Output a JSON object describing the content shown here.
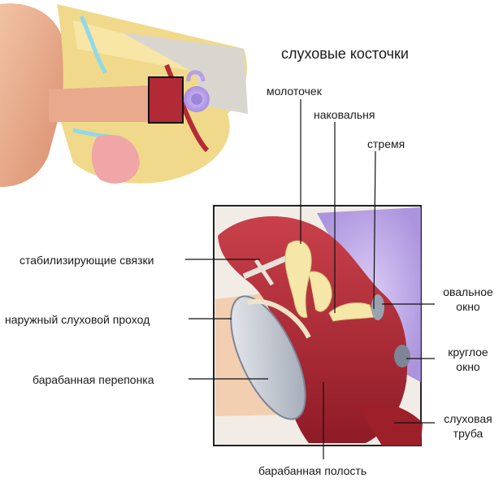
{
  "diagram": {
    "title": "слуховые косточки",
    "labels": {
      "malleus": "молоточек",
      "incus": "наковальня",
      "stapes": "стремя",
      "ligaments": "стабилизирующие связки",
      "ear_canal": "наружный слуховой проход",
      "eardrum": "барабанная перепонка",
      "oval_window": "овальное\nокно",
      "round_window": "круглое\nокно",
      "eustachian_tube": "слуховая\nтруба",
      "tympanic_cavity": "барабанная полость"
    },
    "colors": {
      "skin": "#e3a98b",
      "bone": "#f3df8d",
      "cavity": "#b22a35",
      "cochlea": "#b8a0e6",
      "ossicle": "#f4e7a8",
      "eardrum": "#c9cdd6"
    }
  }
}
